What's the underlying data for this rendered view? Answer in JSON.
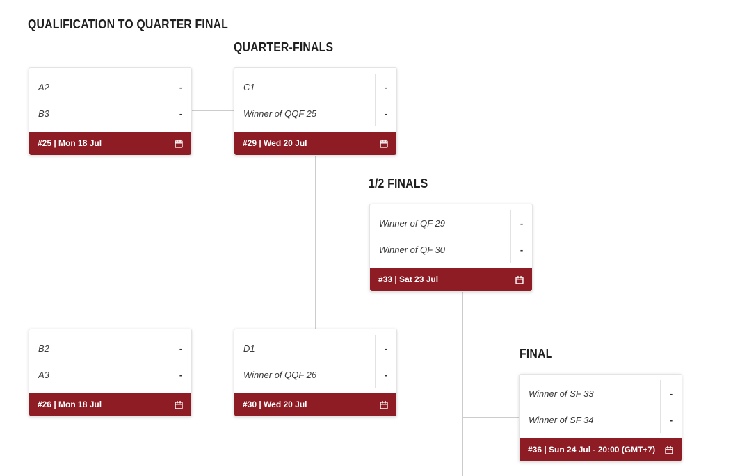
{
  "colors": {
    "accent": "#8e1c24",
    "line": "#cccccc"
  },
  "headers": {
    "qualification": "QUALIFICATION TO QUARTER FINAL",
    "quarter_finals": "QUARTER-FINALS",
    "semi_finals": "1/2 FINALS",
    "final": "FINAL"
  },
  "matches": [
    {
      "footer": "#25 | Mon 18 Jul",
      "teams": [
        {
          "name": "A2",
          "score": "-"
        },
        {
          "name": "B3",
          "score": "-"
        }
      ]
    },
    {
      "footer": "#29 | Wed 20 Jul",
      "teams": [
        {
          "name": "C1",
          "score": "-"
        },
        {
          "name": "Winner of QQF 25",
          "score": "-"
        }
      ]
    },
    {
      "footer": "#33 | Sat 23 Jul",
      "teams": [
        {
          "name": "Winner of QF 29",
          "score": "-"
        },
        {
          "name": "Winner of QF 30",
          "score": "-"
        }
      ]
    },
    {
      "footer": "#26 | Mon 18 Jul",
      "teams": [
        {
          "name": "B2",
          "score": "-"
        },
        {
          "name": "A3",
          "score": "-"
        }
      ]
    },
    {
      "footer": "#30 | Wed 20 Jul",
      "teams": [
        {
          "name": "D1",
          "score": "-"
        },
        {
          "name": "Winner of QQF 26",
          "score": "-"
        }
      ]
    },
    {
      "footer": "#36 | Sun 24 Jul - 20:00 (GMT+7)",
      "teams": [
        {
          "name": "Winner of SF 33",
          "score": "-"
        },
        {
          "name": "Winner of SF 34",
          "score": "-"
        }
      ]
    }
  ]
}
